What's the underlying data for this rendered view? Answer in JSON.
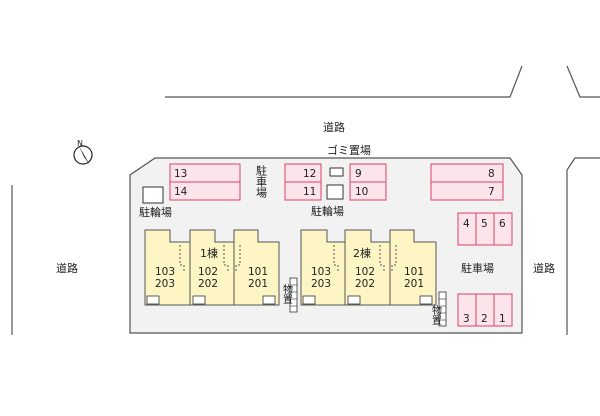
{
  "labels": {
    "road_top": "道路",
    "road_left": "道路",
    "road_right": "道路",
    "garbage": "ゴミ置場",
    "parking_center_v": "駐車場",
    "bike_left": "駐輪場",
    "bike_center": "駐輪場",
    "parking_right": "駐車場",
    "storage": "物置"
  },
  "parking_stalls": {
    "top_left": [
      "13",
      "14"
    ],
    "top_mid": [
      "12",
      "11"
    ],
    "top_mid_right": [
      "9",
      "10"
    ],
    "top_right": [
      "8",
      "7"
    ],
    "right_upper": [
      "4",
      "5",
      "6"
    ],
    "right_lower": [
      "3",
      "2",
      "1"
    ]
  },
  "buildings": [
    {
      "name": "1棟",
      "units": [
        {
          "lower": "103",
          "upper": "203"
        },
        {
          "lower": "102",
          "upper": "202"
        },
        {
          "lower": "101",
          "upper": "201"
        }
      ]
    },
    {
      "name": "2棟",
      "units": [
        {
          "lower": "103",
          "upper": "203"
        },
        {
          "lower": "102",
          "upper": "202"
        },
        {
          "lower": "101",
          "upper": "201"
        }
      ]
    }
  ],
  "colors": {
    "stall_fill": "#fbe4ea",
    "stall_stroke": "#e0406a",
    "stall_blue_fill": "#fbe4ea",
    "stall_blue_stroke": "#e0406a",
    "building_fill": "#fdf6c4",
    "site_fill": "#f2f2f2",
    "line": "#555555"
  }
}
